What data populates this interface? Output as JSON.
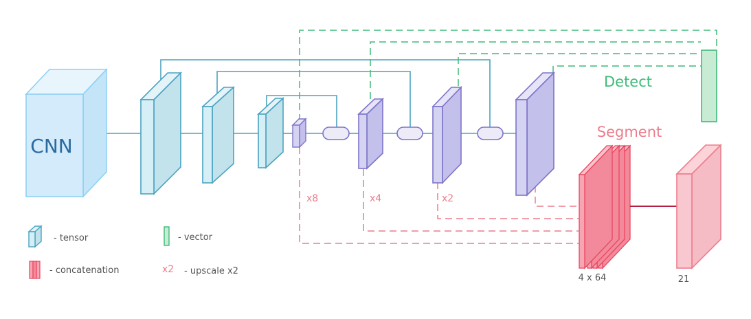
{
  "labels": {
    "cnn": "CNN",
    "detect": "Detect",
    "segment": "Segment",
    "upscale_x8": "x8",
    "upscale_x4": "x4",
    "upscale_x2": "x2",
    "concat_dims": "4 x 64",
    "output_dims": "21"
  },
  "legend": {
    "tensor": "- tensor",
    "vector": "- vector",
    "concatenation": "- concatenation",
    "upscale_sample": "x2",
    "upscale": "- upscale x2"
  },
  "colors": {
    "blue_fill": "#d6eef5",
    "blue_stroke": "#4aa3c0",
    "purple_fill": "#d5d3f2",
    "purple_stroke": "#7d74c8",
    "green_dash": "#3dbb78",
    "green_fill": "#c8ebd4",
    "red_dash": "#ec7d8c",
    "red_fill": "#f6a6b2",
    "red_line": "#b32040",
    "cnn_fill": "#d3ebfb",
    "cnn_stroke": "#8fd0f3"
  }
}
